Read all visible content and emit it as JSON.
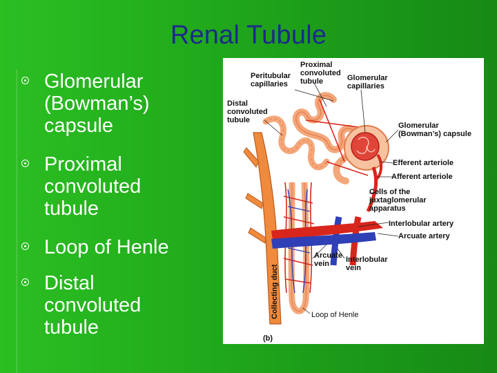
{
  "slide": {
    "title": "Renal Tubule",
    "bullets": [
      {
        "lines": [
          "Glomerular",
          "(Bowman’s)",
          "capsule"
        ]
      },
      {
        "lines": [
          "Proximal",
          "convoluted",
          "tubule"
        ]
      },
      {
        "lines": [
          "Loop of Henle"
        ]
      },
      {
        "lines": [
          "Distal",
          "convoluted",
          "tubule"
        ]
      }
    ]
  },
  "figure": {
    "panel_label": "(b)",
    "duct_label": "Collecting duct",
    "labels": {
      "peritubular": [
        "Peritubular",
        "capillaries"
      ],
      "proximal": [
        "Proximal",
        "convoluted",
        "tubule"
      ],
      "glomerular_cap": [
        "Glomerular",
        "capillaries"
      ],
      "distal": [
        "Distal",
        "convoluted",
        "tubule"
      ],
      "bowman": [
        "Glomerular",
        "(Bowman’s) capsule"
      ],
      "efferent": [
        "Efferent arteriole"
      ],
      "afferent": [
        "Afferent arteriole"
      ],
      "juxta": [
        "Cells of the",
        "juxtaglomerular",
        "apparatus"
      ],
      "interlobular_artery": [
        "Interlobular artery"
      ],
      "arcuate_artery": [
        "Arcuate artery"
      ],
      "arcuate_vein": [
        "Arcuate",
        "vein"
      ],
      "interlobular_vein": [
        "Interlobular",
        "vein"
      ],
      "loop": [
        "Loop of Henle"
      ]
    },
    "colors": {
      "tubule": "#f4a77a",
      "tubule_dark": "#e07b4c",
      "artery": "#d8261c",
      "vein": "#2f3fb5",
      "duct": "#f08a3c"
    }
  }
}
